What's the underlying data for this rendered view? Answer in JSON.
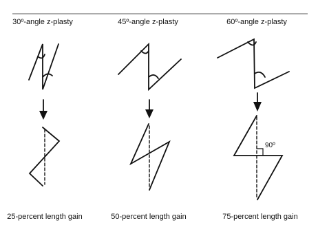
{
  "diagram": {
    "titles": [
      "30º-angle z-plasty",
      "45º-angle z-plasty",
      "60º-angle z-plasty"
    ],
    "captions": [
      "25-percent length gain",
      "50-percent length gain",
      "75-percent length gain"
    ],
    "right_angle_label": "90º"
  }
}
